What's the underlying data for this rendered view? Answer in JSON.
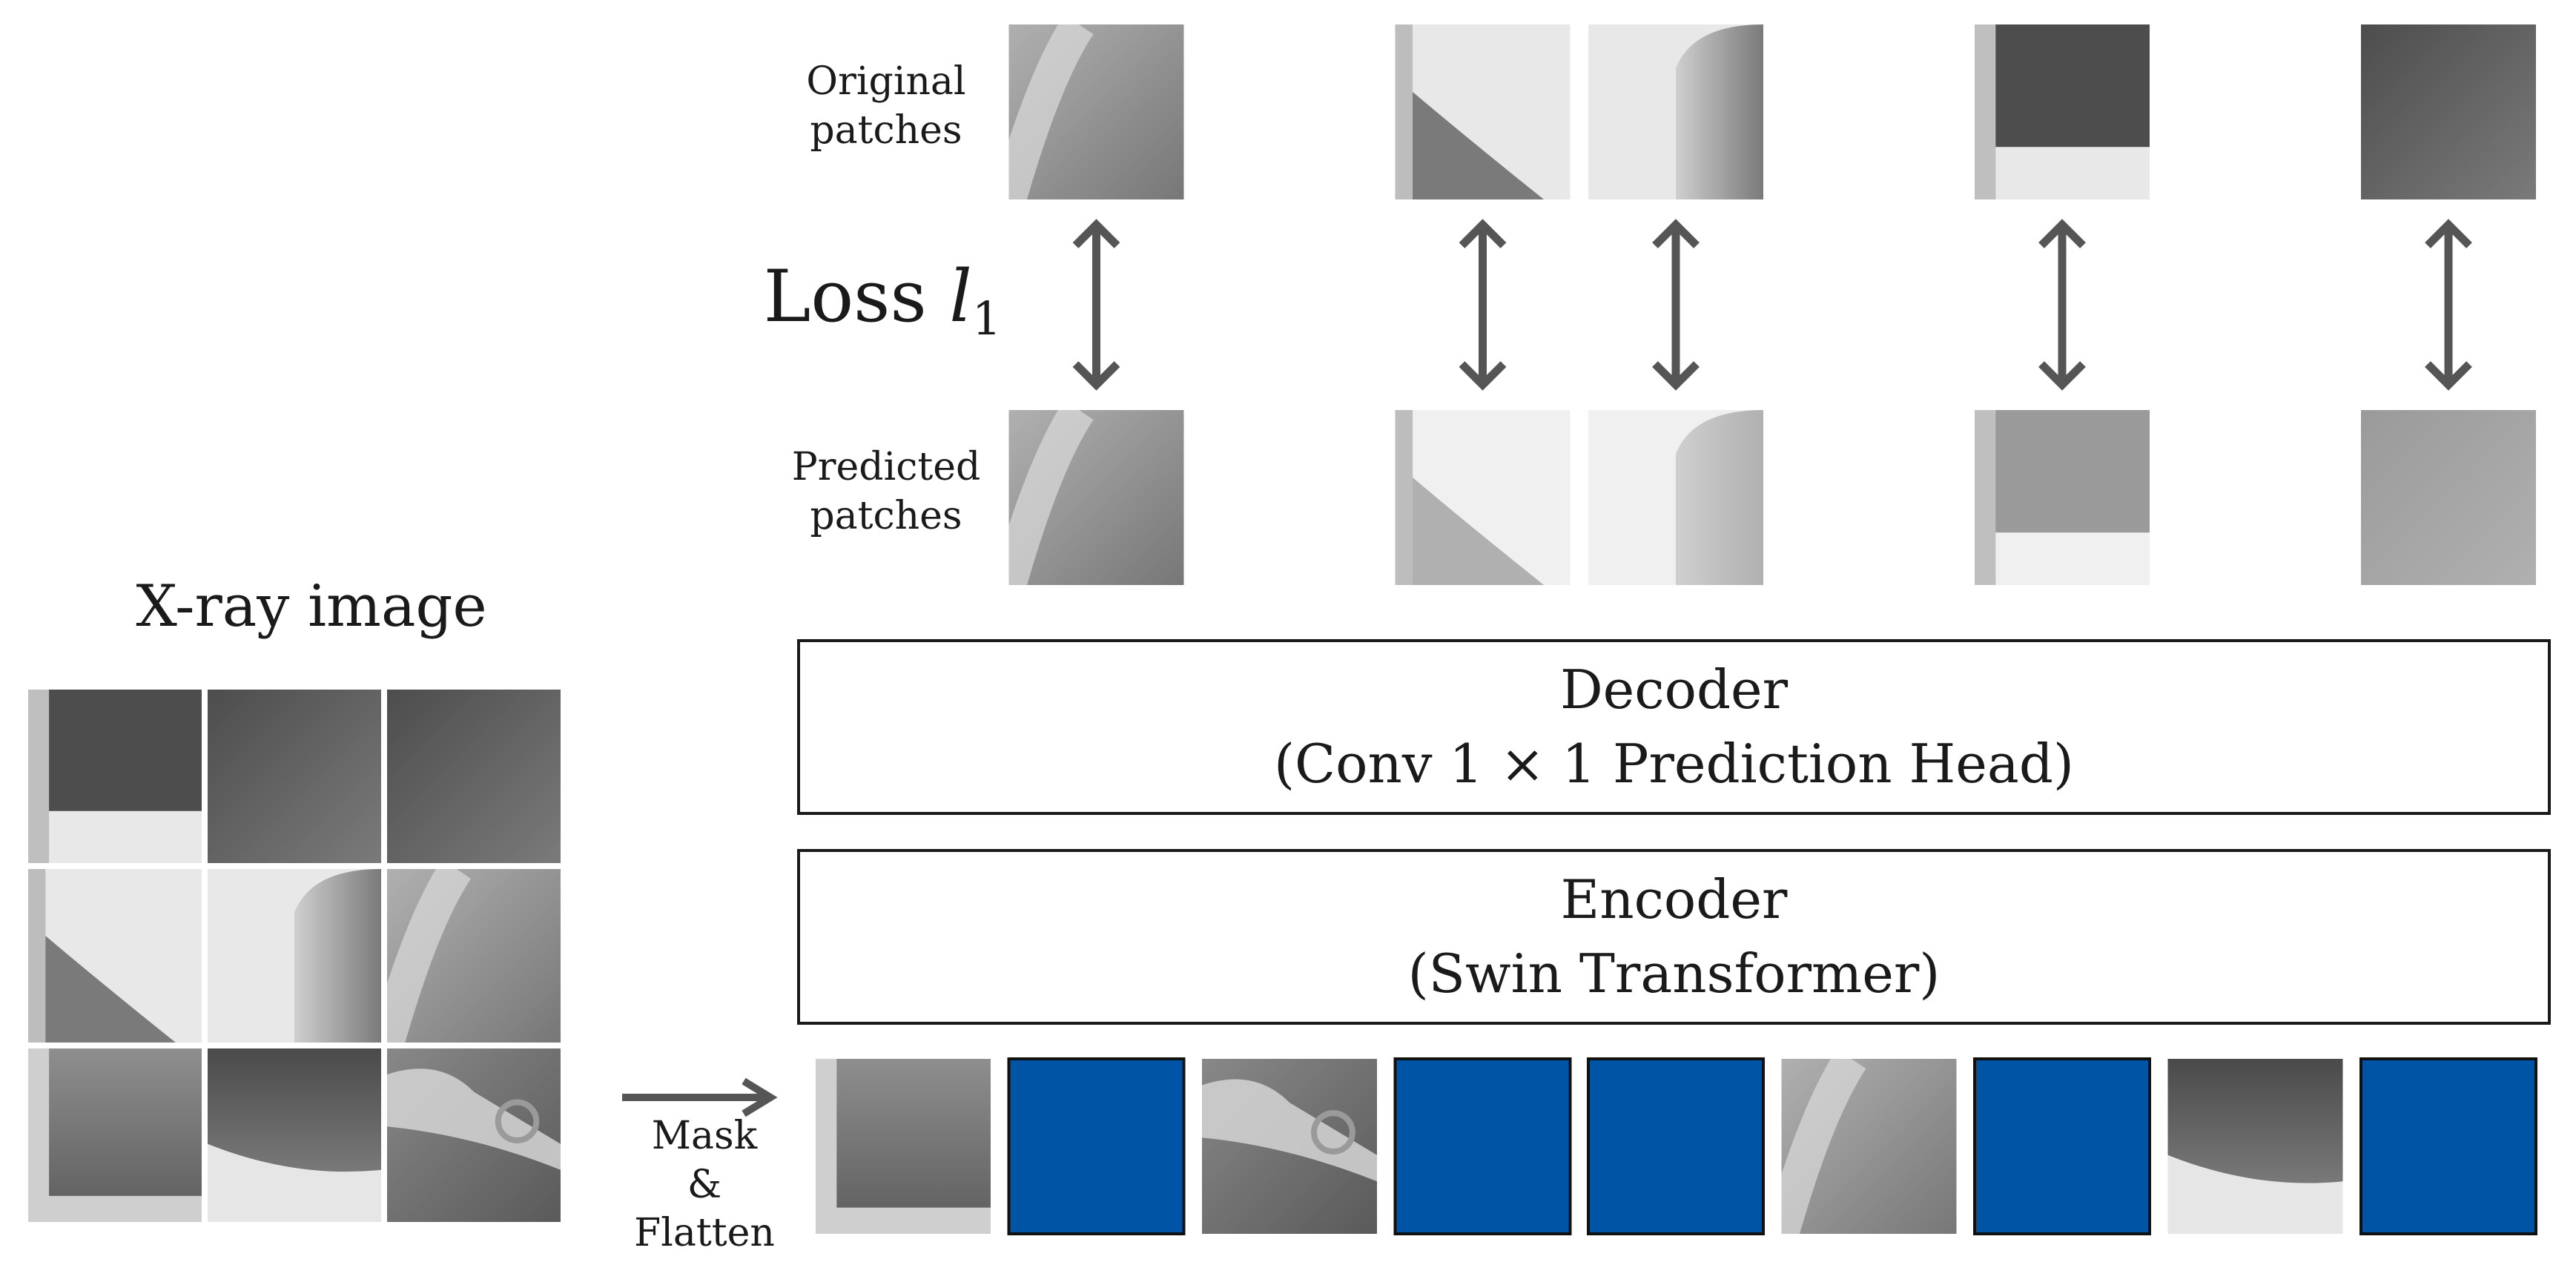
{
  "xray": {
    "title": "X-ray image"
  },
  "mask_step": {
    "label": [
      "Mask",
      "&",
      "Flatten"
    ]
  },
  "rows": {
    "original": [
      "Original",
      "patches"
    ],
    "predicted": [
      "Predicted",
      "patches"
    ]
  },
  "loss": {
    "label": "Loss ",
    "symbol": "l",
    "subscript": "1"
  },
  "decoder": {
    "title": "Decoder",
    "subtitle": "(Conv 1 × 1 Prediction Head)"
  },
  "encoder": {
    "title": "Encoder",
    "subtitle": "(Swin Transformer)"
  },
  "masking": {
    "mask_color": "#0054a6",
    "tokens": [
      false,
      true,
      false,
      true,
      true,
      false,
      true,
      false,
      true
    ]
  }
}
